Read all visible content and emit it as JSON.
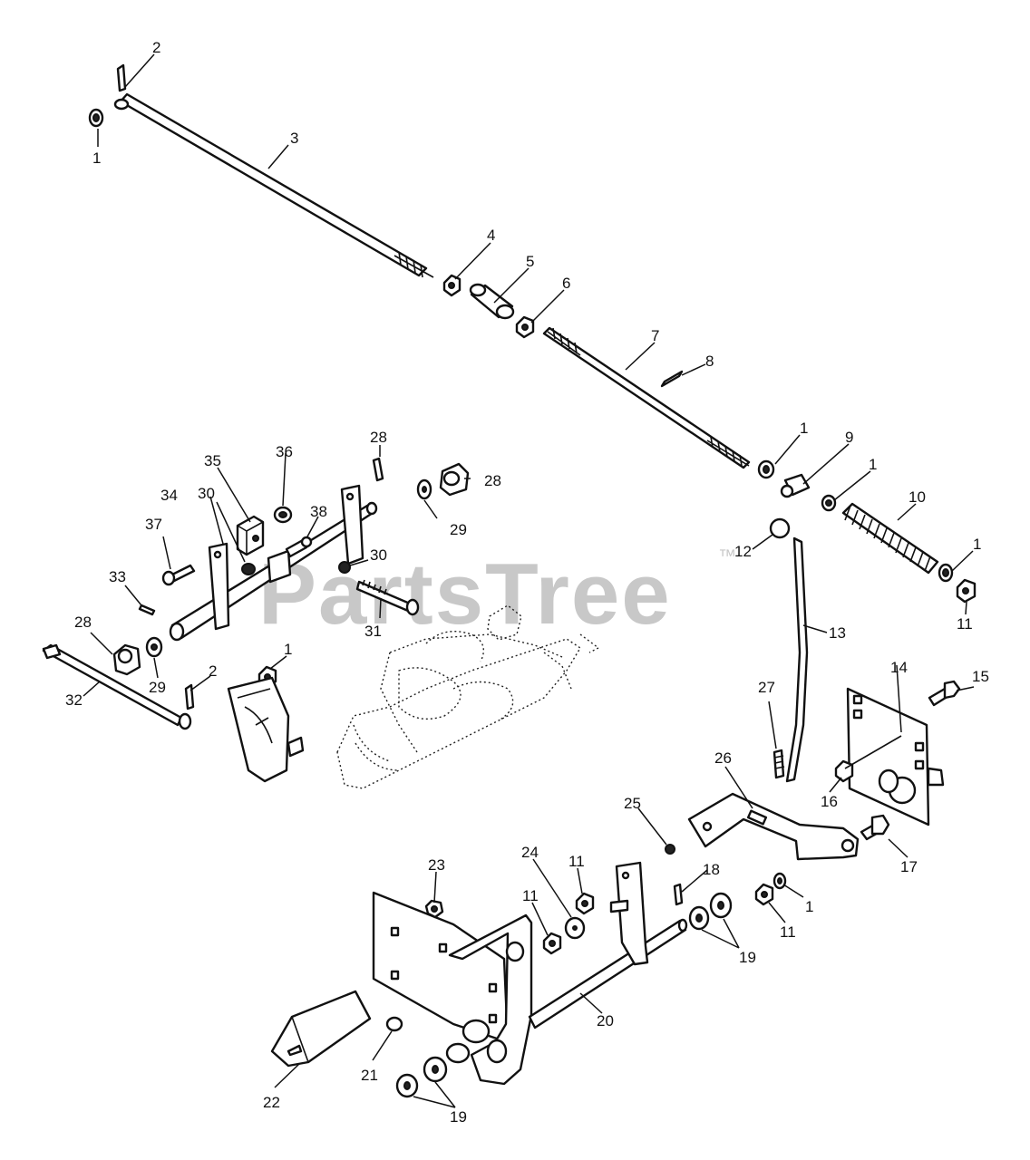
{
  "watermark": {
    "text": "PartsTree",
    "trademark": "™"
  },
  "callouts": [
    {
      "id": "c1a",
      "text": "1"
    },
    {
      "id": "c2a",
      "text": "2"
    },
    {
      "id": "c3",
      "text": "3"
    },
    {
      "id": "c4",
      "text": "4"
    },
    {
      "id": "c5",
      "text": "5"
    },
    {
      "id": "c6",
      "text": "6"
    },
    {
      "id": "c7",
      "text": "7"
    },
    {
      "id": "c8",
      "text": "8"
    },
    {
      "id": "c1b",
      "text": "1"
    },
    {
      "id": "c9",
      "text": "9"
    },
    {
      "id": "c1c",
      "text": "1"
    },
    {
      "id": "c10",
      "text": "10"
    },
    {
      "id": "c1d",
      "text": "1"
    },
    {
      "id": "c11a",
      "text": "11"
    },
    {
      "id": "c12",
      "text": "12"
    },
    {
      "id": "c13",
      "text": "13"
    },
    {
      "id": "c14",
      "text": "14"
    },
    {
      "id": "c15",
      "text": "15"
    },
    {
      "id": "c16",
      "text": "16"
    },
    {
      "id": "c17",
      "text": "17"
    },
    {
      "id": "c1e",
      "text": "1"
    },
    {
      "id": "c11b",
      "text": "11"
    },
    {
      "id": "c18",
      "text": "18"
    },
    {
      "id": "c19a",
      "text": "19"
    },
    {
      "id": "c20",
      "text": "20"
    },
    {
      "id": "c21",
      "text": "21"
    },
    {
      "id": "c22",
      "text": "22"
    },
    {
      "id": "c19b",
      "text": "19"
    },
    {
      "id": "c23",
      "text": "23"
    },
    {
      "id": "c24",
      "text": "24"
    },
    {
      "id": "c11c",
      "text": "11"
    },
    {
      "id": "c11d",
      "text": "11"
    },
    {
      "id": "c25",
      "text": "25"
    },
    {
      "id": "c26",
      "text": "26"
    },
    {
      "id": "c27",
      "text": "27"
    },
    {
      "id": "c28a",
      "text": "28"
    },
    {
      "id": "c28b",
      "text": "28"
    },
    {
      "id": "c29a",
      "text": "29"
    },
    {
      "id": "c30a",
      "text": "30"
    },
    {
      "id": "c30b",
      "text": "30"
    },
    {
      "id": "c31",
      "text": "31"
    },
    {
      "id": "c32",
      "text": "32"
    },
    {
      "id": "c33",
      "text": "33"
    },
    {
      "id": "c34",
      "text": "34"
    },
    {
      "id": "c35",
      "text": "35"
    },
    {
      "id": "c36",
      "text": "36"
    },
    {
      "id": "c37",
      "text": "37"
    },
    {
      "id": "c38",
      "text": "38"
    },
    {
      "id": "c28c",
      "text": "28"
    },
    {
      "id": "c29b",
      "text": "29"
    },
    {
      "id": "c2b",
      "text": "2"
    },
    {
      "id": "c1f",
      "text": "1"
    }
  ]
}
